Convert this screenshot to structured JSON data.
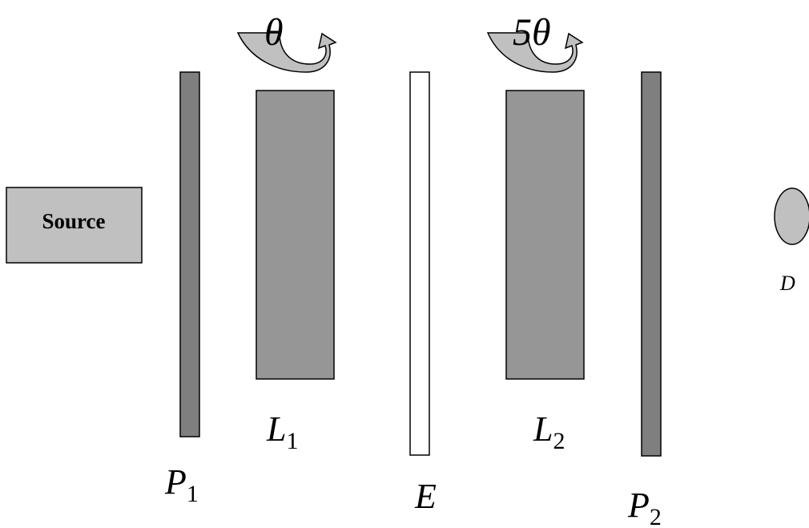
{
  "source": {
    "label": "Source"
  },
  "polarizer_1": {
    "letter": "P",
    "subscript": "1"
  },
  "lens_1": {
    "letter": "L",
    "subscript": "1",
    "rotation_label": "θ"
  },
  "element_e": {
    "letter": "E"
  },
  "lens_2": {
    "letter": "L",
    "subscript": "2",
    "rotation_label": "5θ"
  },
  "polarizer_2": {
    "letter": "P",
    "subscript": "2"
  },
  "detector": {
    "letter": "D"
  },
  "colors": {
    "polarizer_fill": "#7f7f7f",
    "lens_fill": "#969696",
    "source_fill": "#c0c0c0",
    "arrow_fill": "#c0c0c0",
    "element_fill": "#ffffff",
    "outline": "#000000"
  }
}
